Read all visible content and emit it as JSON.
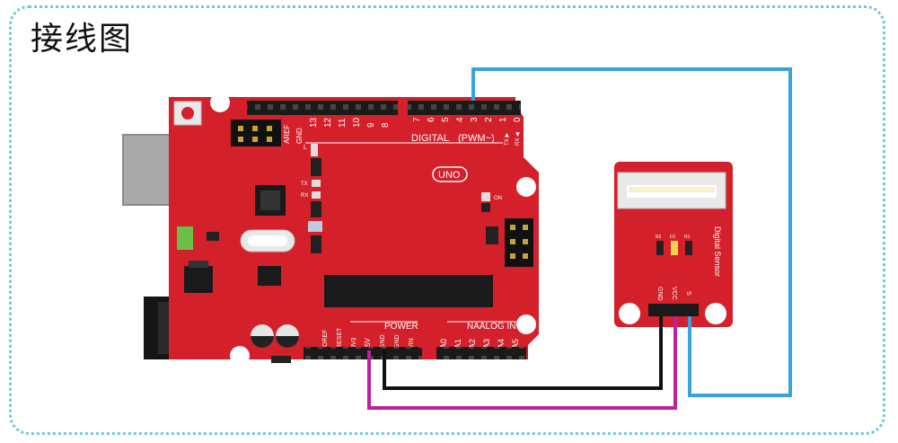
{
  "title": "接线图",
  "board": {
    "digital_pins": [
      "7",
      "6",
      "5",
      "4",
      "3",
      "2",
      "1",
      "0"
    ],
    "digital_pins_left": [
      "AREF",
      "GND",
      "13",
      "12",
      "11",
      "10",
      "9",
      "8"
    ],
    "digital_label": "DIGITAL",
    "pwm_label": "(PWM~)",
    "uno_label": "UNO",
    "on_label": "ON",
    "tx_label": "TX",
    "rx_label": "RX",
    "l_label": "L",
    "tx_arrow": "TX ▶",
    "rx_arrow": "RX ◀",
    "power_label": "POWER",
    "analog_label": "NAALOG IN",
    "power_pins": [
      "IOREF",
      "RESET",
      "3V3",
      "5V",
      "GND",
      "GND",
      "VIN"
    ],
    "analog_pins": [
      "A0",
      "A1",
      "A2",
      "A3",
      "A4",
      "A5"
    ]
  },
  "sensor": {
    "name": "Digital Sensor",
    "pins": [
      "GND",
      "VCC",
      "S"
    ],
    "led_labels": [
      "R2",
      "D1",
      "R1"
    ]
  },
  "colors": {
    "board": "#d4202a",
    "board_dark": "#a8151d",
    "wire_signal": "#3aa3dd",
    "wire_gnd": "#111111",
    "wire_vcc": "#c0209b",
    "frame": "#6ec8e0"
  }
}
